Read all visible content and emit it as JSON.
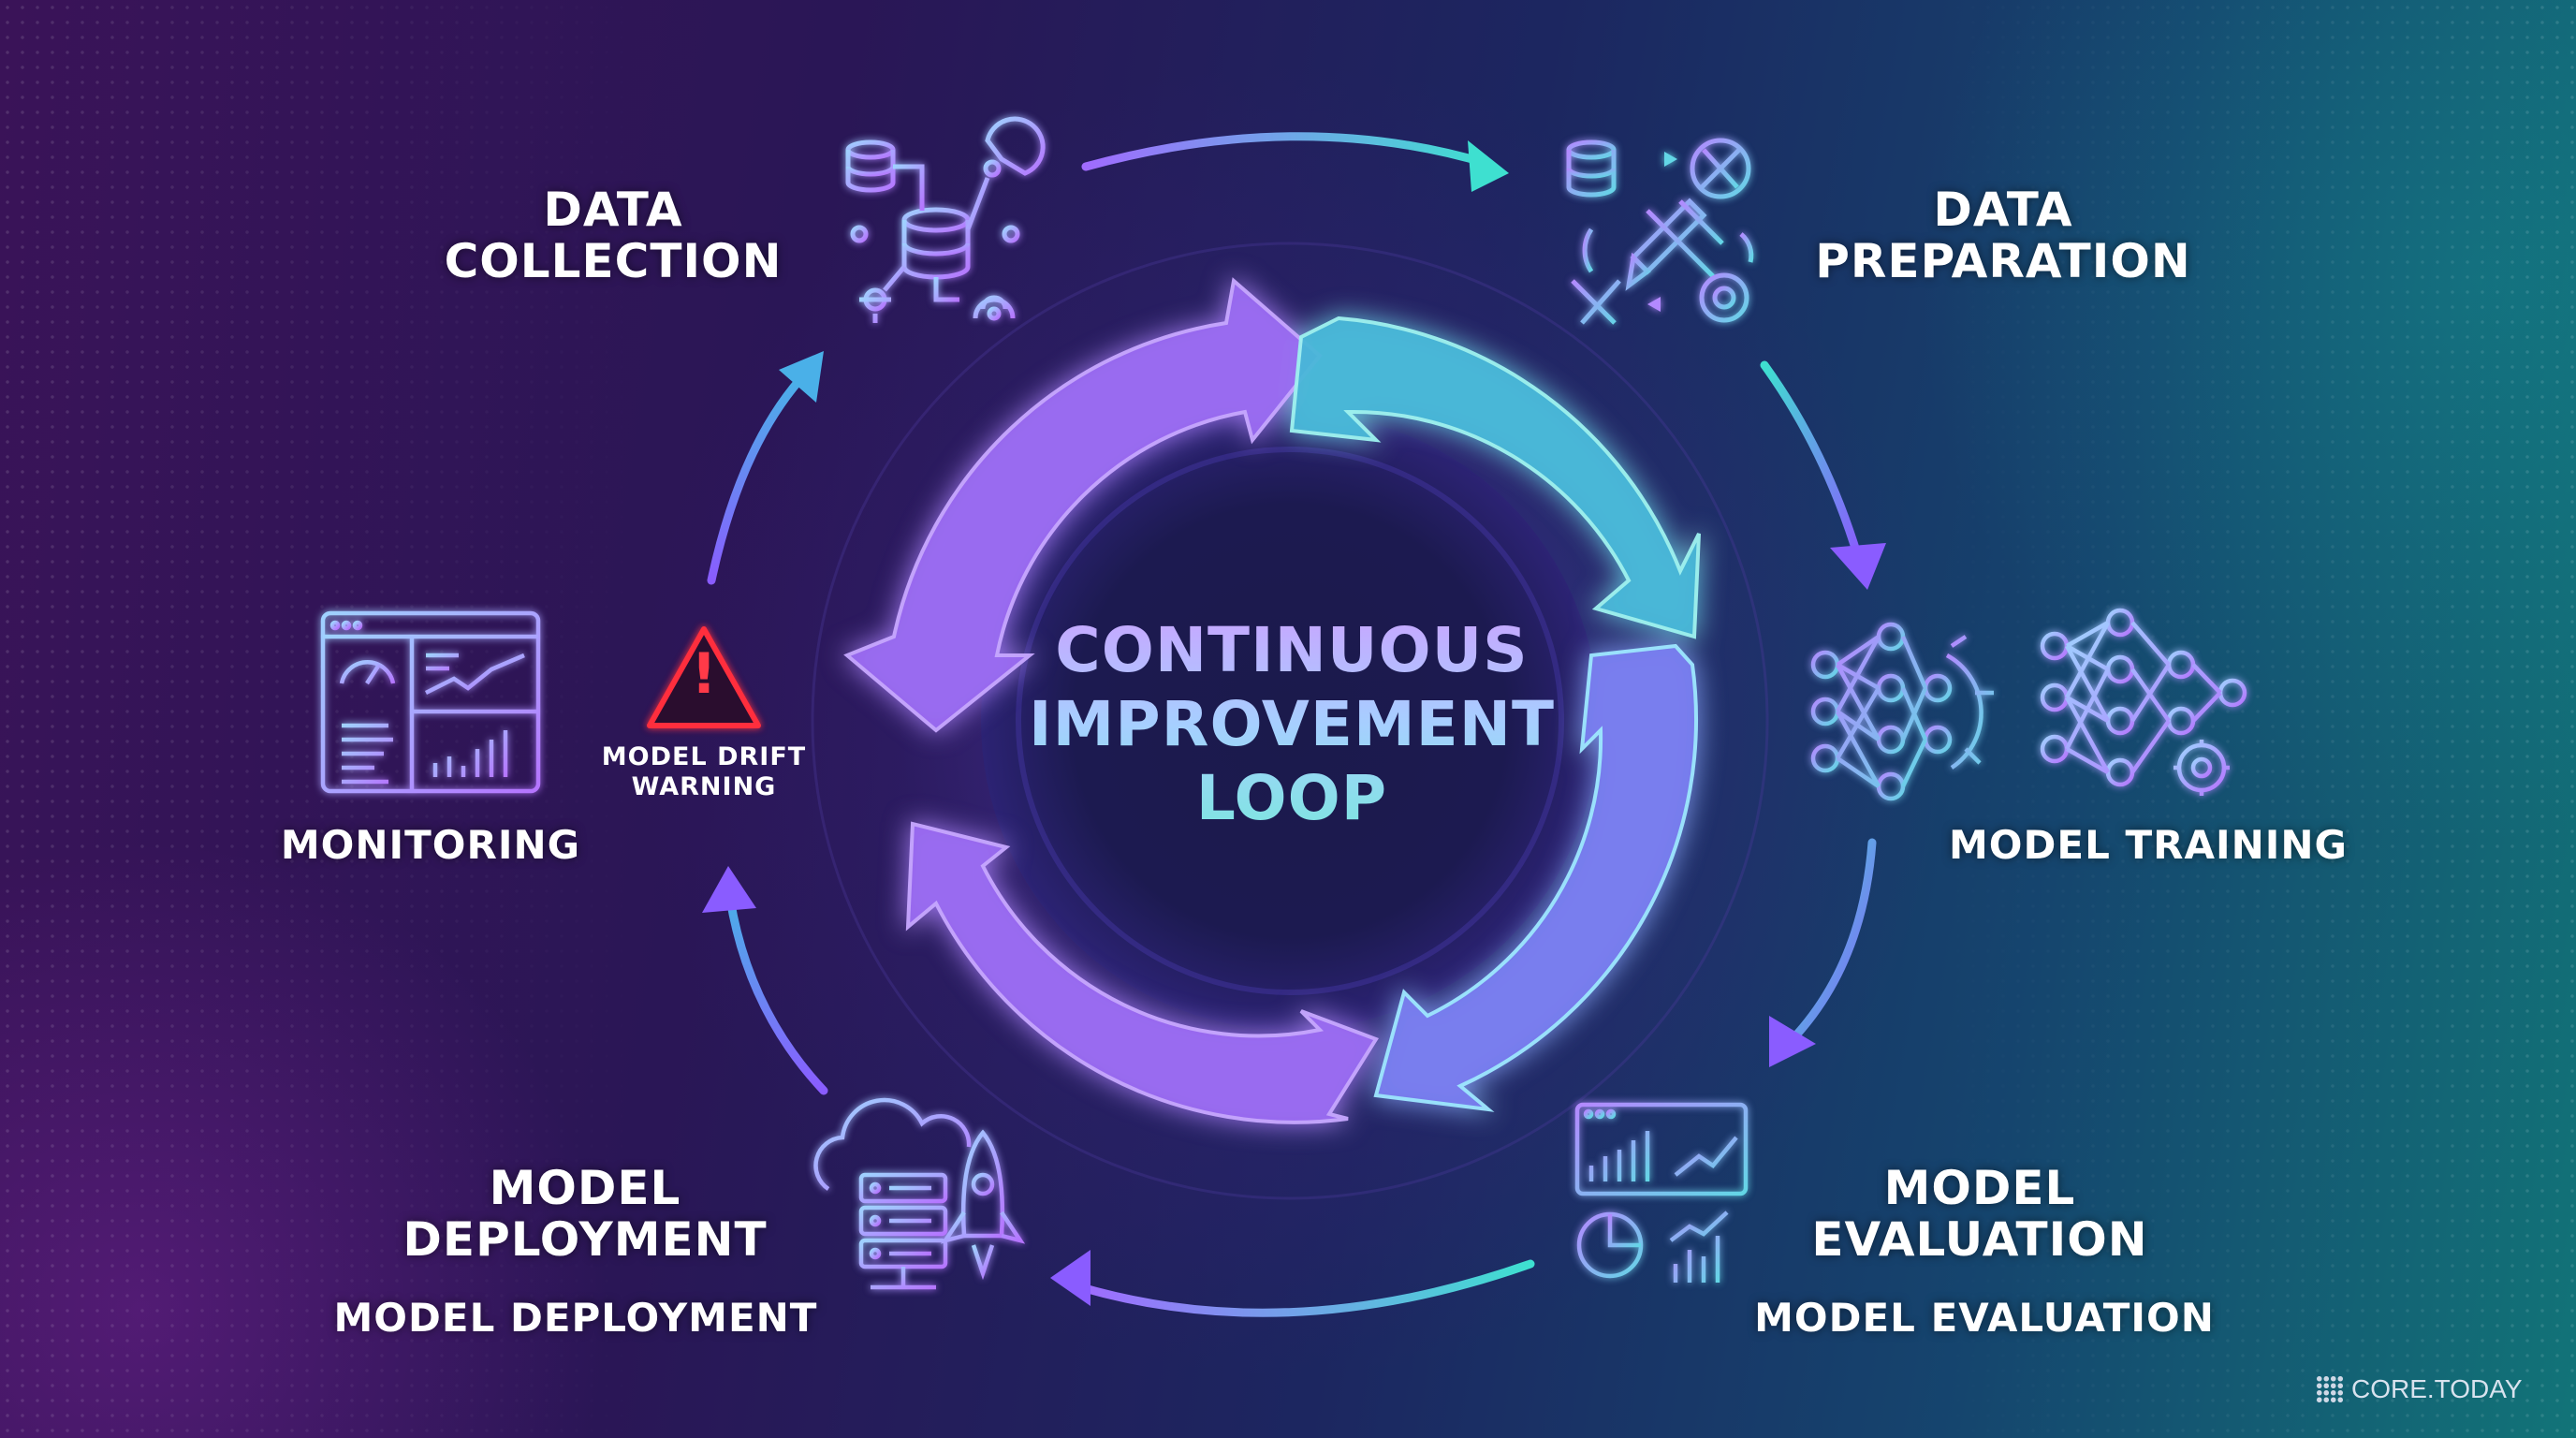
{
  "title": {
    "line1": "CONTINUOUS",
    "line2": "IMPROVEMENT",
    "line3": "LOOP"
  },
  "stages": {
    "data_collection": {
      "line1": "DATA",
      "line2": "COLLECTION"
    },
    "data_preparation": {
      "line1": "DATA",
      "line2": "PREPARATION"
    },
    "model_training": {
      "label": "MODEL TRAINING"
    },
    "model_evaluation": {
      "line1": "MODEL",
      "line2": "EVALUATION",
      "sub": "MODEL EVALUATION"
    },
    "model_deployment": {
      "line1": "MODEL",
      "line2": "DEPLOYMENT",
      "sub": "MODEL DEPLOYMENT"
    },
    "monitoring": {
      "label": "MONITORING"
    }
  },
  "warning": {
    "symbol": "!",
    "line1": "MODEL DRIFT",
    "line2": "WARNING"
  },
  "watermark": "CORE.TODAY",
  "colors": {
    "purple": "#a06bff",
    "teal": "#3ee0d0",
    "warning_red": "#ff2e3c",
    "icon_purple": "#b389ff",
    "icon_teal": "#63d7e6"
  },
  "icons": [
    "database-network-icon",
    "data-prep-tools-icon",
    "neural-network-gear-icon",
    "neural-network-icon",
    "evaluation-dashboard-icon",
    "cloud-server-rocket-icon",
    "monitoring-dashboard-icon",
    "warning-triangle-icon"
  ]
}
